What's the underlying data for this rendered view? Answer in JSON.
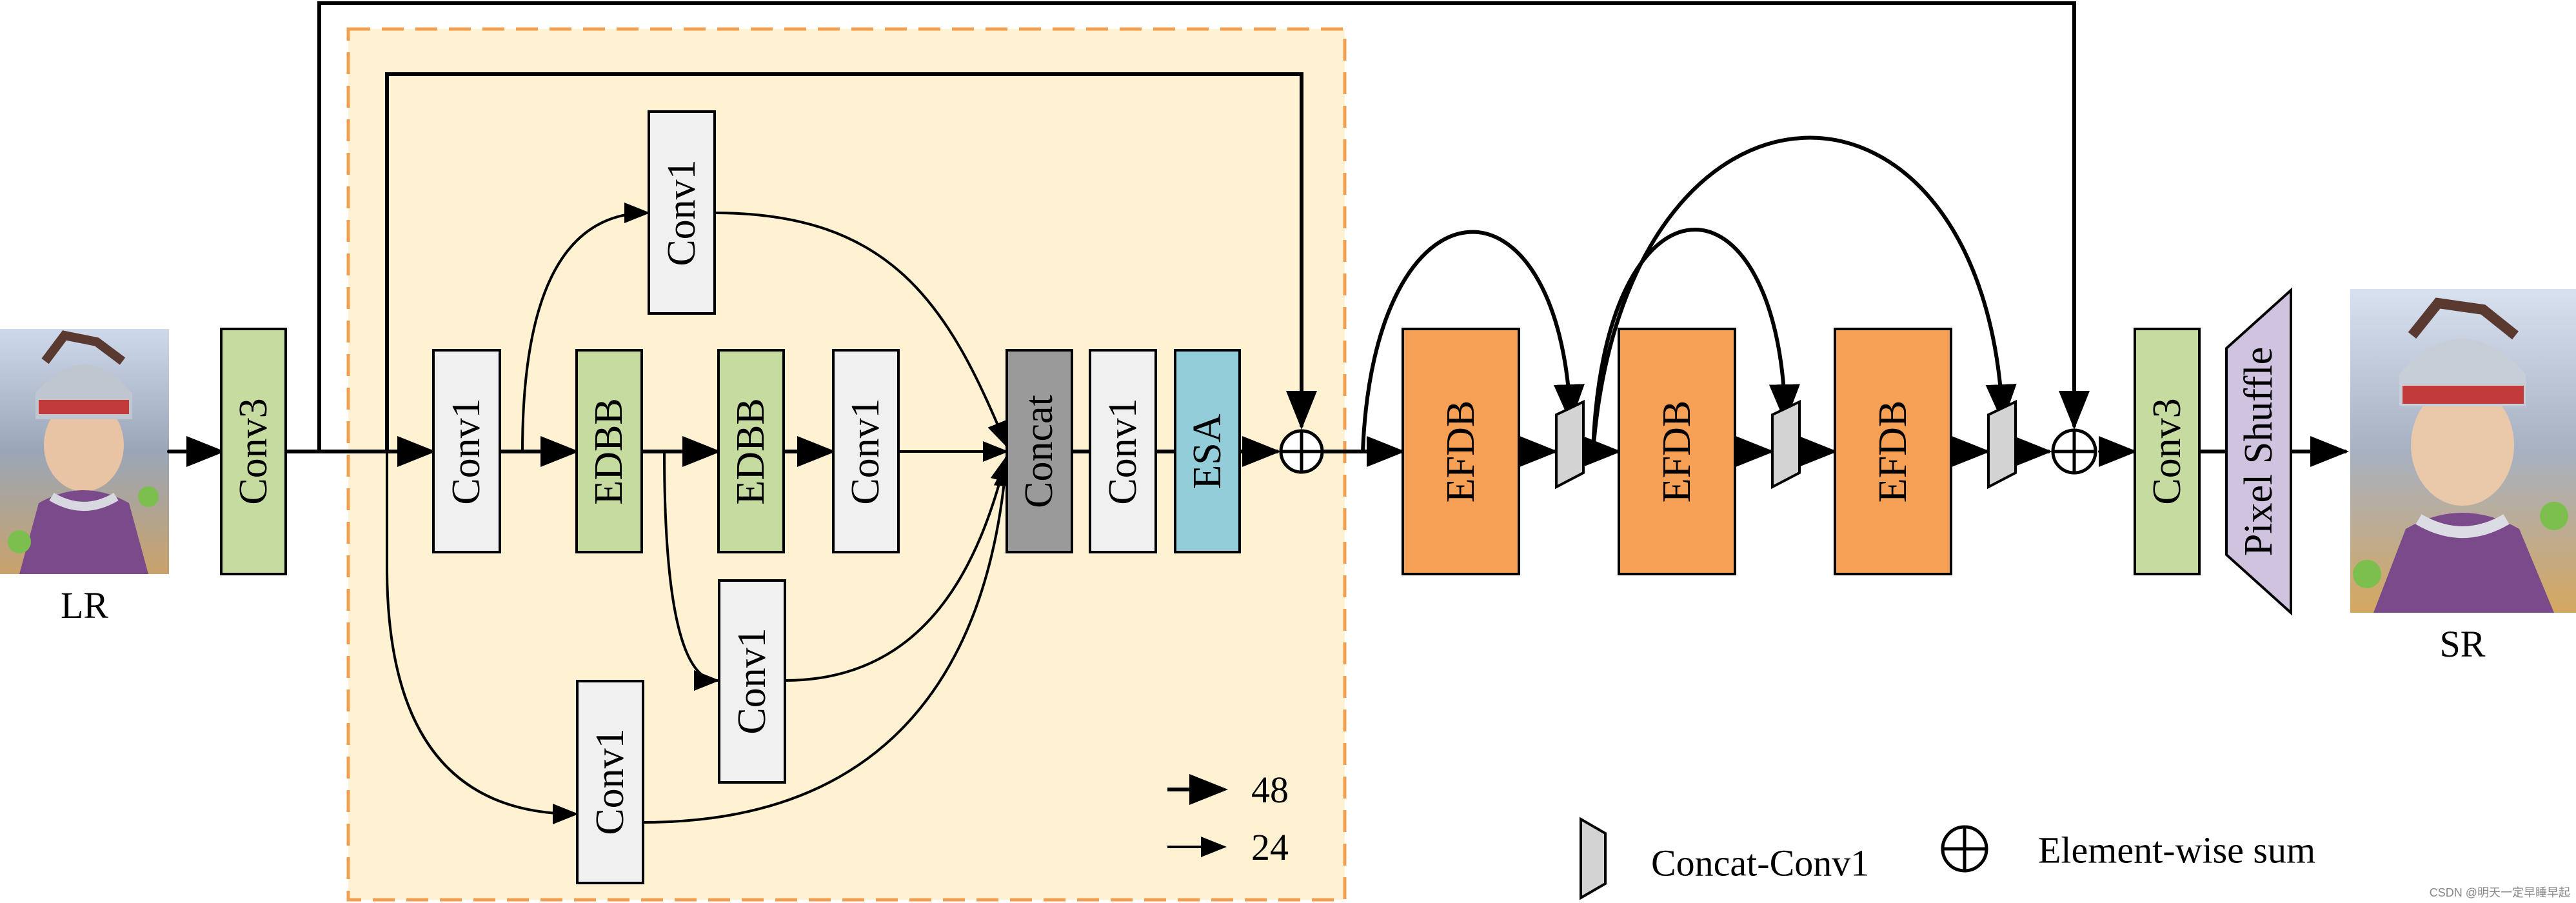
{
  "colors": {
    "conv3": "#c5dba0",
    "conv1": "#f0f0f0",
    "edbb": "#c5dba0",
    "concat": "#9a9a9a",
    "esa": "#92cdd9",
    "efdb": "#f5a055",
    "pixel_shuffle": "#cfc3e0",
    "block_fill": "#fff2d2",
    "block_border": "#f0a050",
    "cc_fill": "#d3d3d3"
  },
  "images": {
    "lr_label": "LR",
    "sr_label": "SR"
  },
  "blocks": {
    "conv3_in": "Conv3",
    "conv1_a": "Conv1",
    "conv1_top": "Conv1",
    "edbb_1": "EDBB",
    "edbb_2": "EDBB",
    "conv1_b": "Conv1",
    "conv1_mid": "Conv1",
    "conv1_bot": "Conv1",
    "concat": "Concat",
    "conv1_c": "Conv1",
    "esa": "ESA",
    "efdb_1": "EFDB",
    "efdb_2": "EFDB",
    "efdb_3": "EFDB",
    "conv3_out": "Conv3",
    "pixel_shuffle": "Pixel Shuffle"
  },
  "channels": {
    "thick": "48",
    "thin": "24"
  },
  "legend": {
    "concat_conv1": "Concat-Conv1",
    "element_wise_sum": "Element-wise sum"
  },
  "watermark": "CSDN @明天一定早睡早起"
}
